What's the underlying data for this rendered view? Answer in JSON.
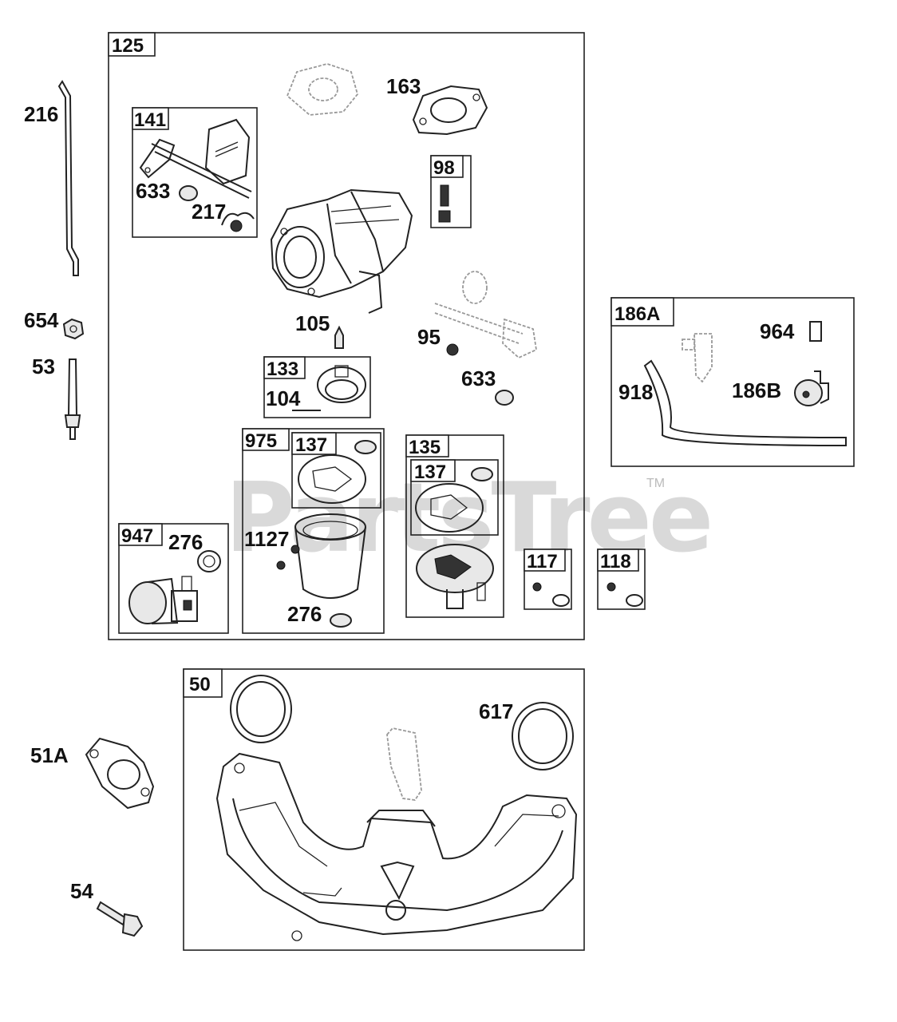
{
  "watermark": {
    "text": "PartsTree",
    "trademark": "TM"
  },
  "boxes": {
    "b125": "125",
    "b141": "141",
    "b98": "98",
    "b133": "133",
    "b975": "975",
    "b137a": "137",
    "b135": "135",
    "b137b": "137",
    "b947": "947",
    "b117": "117",
    "b118": "118",
    "b186A": "186A",
    "b50": "50"
  },
  "labels": {
    "l216": "216",
    "l654": "654",
    "l53": "53",
    "l163": "163",
    "l633a": "633",
    "l217": "217",
    "l105": "105",
    "l95": "95",
    "l633b": "633",
    "l104": "104",
    "l276a": "276",
    "l1127": "1127",
    "l276b": "276",
    "l964": "964",
    "l918": "918",
    "l186B": "186B",
    "l617": "617",
    "l51A": "51A",
    "l54": "54"
  }
}
